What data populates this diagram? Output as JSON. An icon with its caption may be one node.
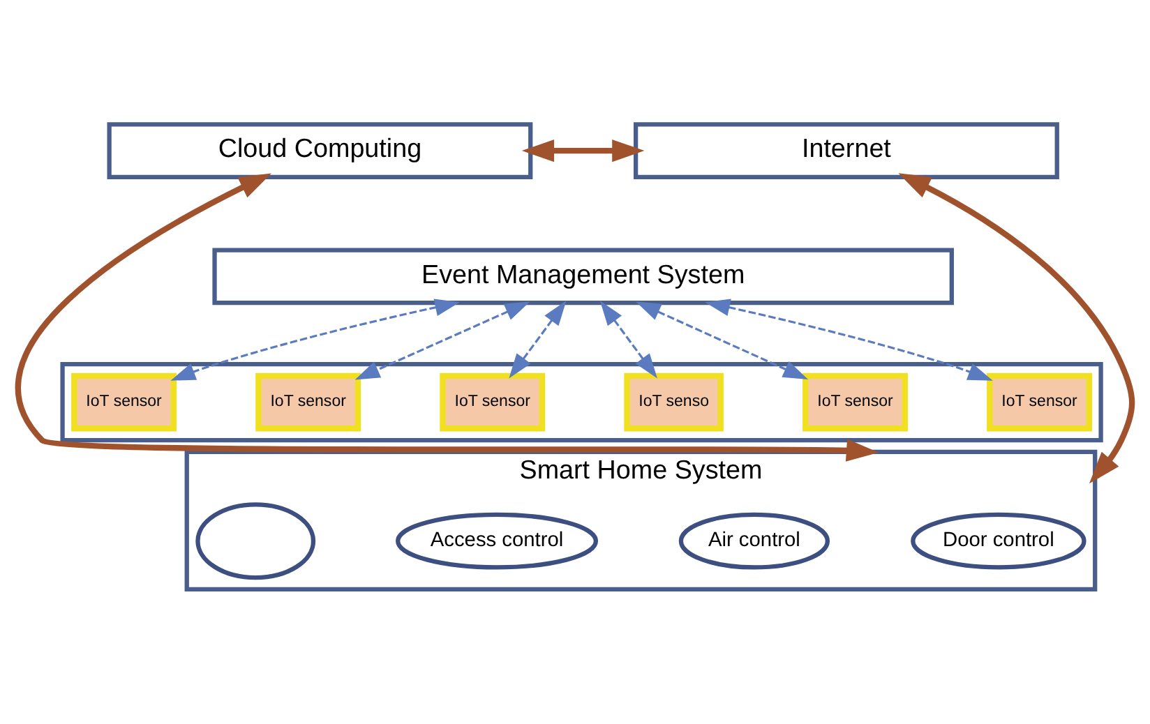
{
  "diagram": {
    "nodes": [
      {
        "text": [
          "Cloud Computing"
        ]
      },
      {
        "text": [
          "Internet"
        ]
      },
      {
        "text": [
          "Event Management System"
        ]
      },
      {
        "text": [],
        "shape": "box"
      },
      {
        "text": [
          "IoT sensor"
        ],
        "in": 3
      },
      {
        "text": [
          "IoT senso"
        ],
        "in": 3
      },
      {
        "text": [
          "IoT sensor"
        ],
        "in": 3
      },
      {
        "text": [
          "IoT sensor"
        ],
        "in": 3
      },
      {
        "text": [
          "IoT sensor"
        ],
        "in": 3
      },
      {
        "text": [
          "IoT sensor"
        ],
        "in": 3
      },
      {
        "text": [
          "Smart Home System"
        ]
      },
      {
        "text": [
          "Access control"
        ],
        "in": 10
      },
      {
        "text": [
          "Air control"
        ],
        "in": 10
      },
      {
        "text": [
          "Door control"
        ],
        "in": 10
      },
      {
        "text": [],
        "shape": "circle",
        "in": 10
      }
    ],
    "edges": [
      {
        "from": 0,
        "to": 10,
        "arrow": "both",
        "style": "thick",
        "color": "#a0522d"
      },
      {
        "from": 0,
        "to": 1,
        "arrow": "both",
        "style": "thick",
        "color": "#a0522d"
      },
      {
        "from": 1,
        "to": 10,
        "arrow": "both",
        "style": "thick",
        "color": "#a0522d"
      },
      {
        "from": 2,
        "to": 4,
        "arrow": "both",
        "style": "dashed"
      },
      {
        "from": 2,
        "to": 5,
        "arrow": "both",
        "style": "dashed"
      },
      {
        "from": 2,
        "to": 6,
        "arrow": "both",
        "style": "dashed"
      },
      {
        "from": 2,
        "to": 7,
        "arrow": "both",
        "style": "dashed"
      },
      {
        "from": 2,
        "to": 8,
        "arrow": "both",
        "style": "dashed"
      },
      {
        "from": 2,
        "to": 9,
        "arrow": "both",
        "style": "dashed"
      }
    ]
  }
}
